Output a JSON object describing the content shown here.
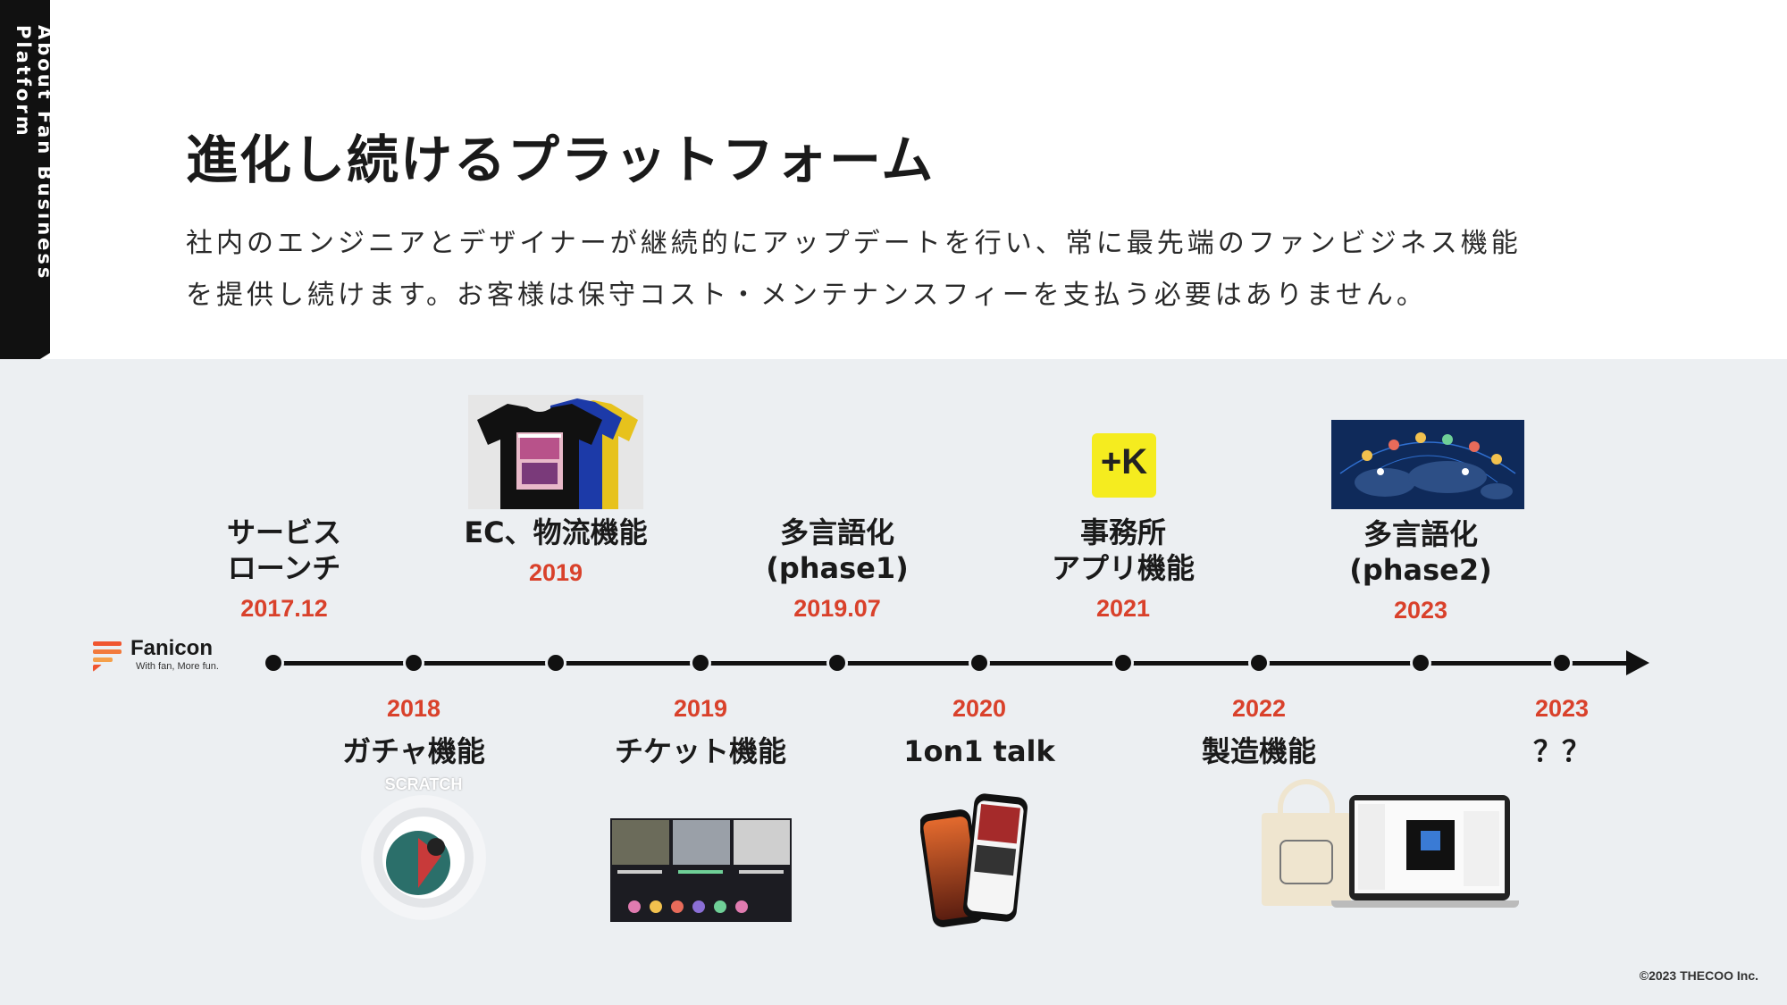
{
  "side_tab": {
    "label": "About Fan Business Platform"
  },
  "header": {
    "title": "進化し続けるプラットフォーム",
    "description_lines": [
      "社内のエンジニアとデザイナーが継続的にアップデートを行い、常に最先端のファンビジネス機能",
      "を提供し続けます。お客様は保守コスト・メンテナンスフィーを支払う必要はありません。"
    ]
  },
  "brand": {
    "name": "Fanicon",
    "tagline": "With fan, More fun."
  },
  "milestones_above": [
    {
      "title": "サービス\nローンチ",
      "date": "2017.12"
    },
    {
      "title": "EC、物流機能",
      "date": "2019"
    },
    {
      "title": "多言語化\n(phase1)",
      "date": "2019.07"
    },
    {
      "title": "事務所\nアプリ機能",
      "date": "2021"
    },
    {
      "title": "多言語化\n(phase2)",
      "date": "2023"
    }
  ],
  "milestones_below": [
    {
      "title": "ガチャ機能",
      "date": "2018"
    },
    {
      "title": "チケット機能",
      "date": "2019"
    },
    {
      "title": "1on1 talk",
      "date": "2020"
    },
    {
      "title": "製造機能",
      "date": "2022"
    },
    {
      "title": "？？",
      "date": "2023"
    }
  ],
  "images": {
    "gacha_label": "SCRATCH",
    "app_logo": "+K"
  },
  "colors": {
    "accent": "#d9412b",
    "panel": "#eceff2",
    "brand_stripes": [
      "#f0552f",
      "#f27a3c",
      "#f5a04a"
    ]
  },
  "footer": {
    "copyright": "©2023 THECOO Inc."
  }
}
